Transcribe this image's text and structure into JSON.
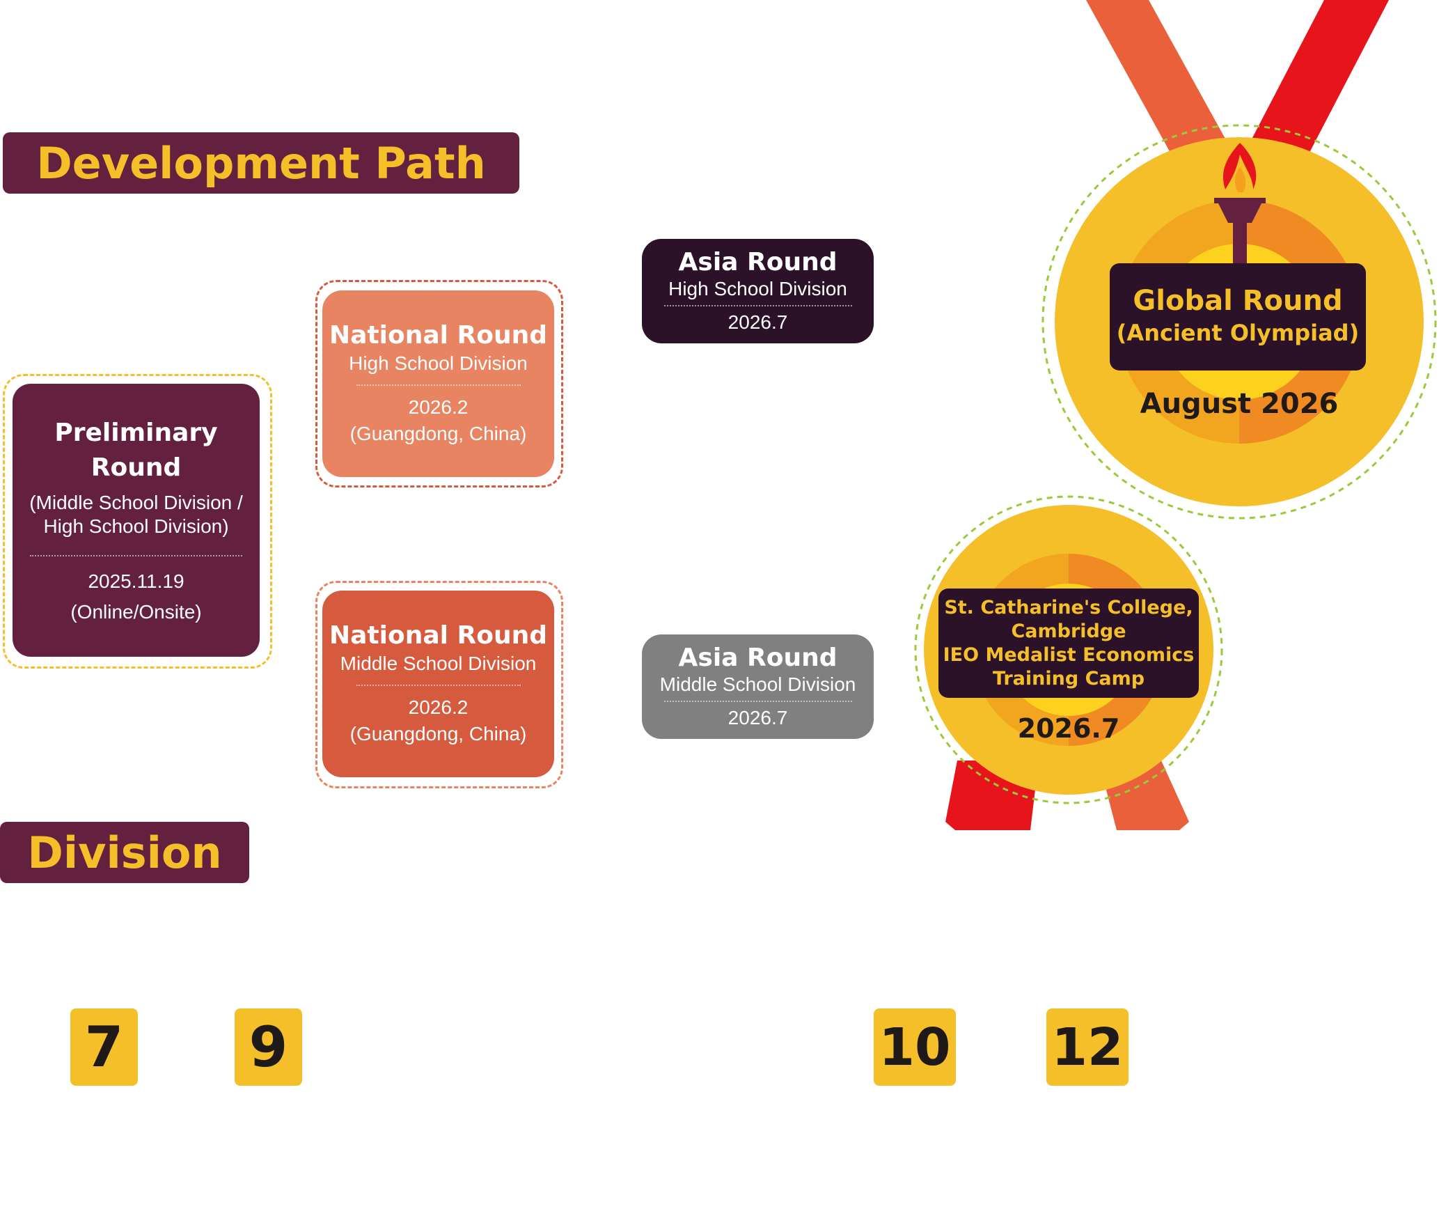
{
  "headings": {
    "development_path": "Development Path",
    "division": "Division"
  },
  "preliminary": {
    "title": "Preliminary Round",
    "division": "(Middle School Division / High School Division)",
    "date": "2025.11.19",
    "mode": "(Online/Onsite)"
  },
  "national_high": {
    "title": "National Round",
    "division": "High School Division",
    "date": "2026.2",
    "location": "(Guangdong, China)"
  },
  "national_middle": {
    "title": "National Round",
    "division": "Middle School Division",
    "date": "2026.2",
    "location": "(Guangdong, China)"
  },
  "asia_high": {
    "title": "Asia Round",
    "division": "High School Division",
    "date": "2026.7"
  },
  "asia_middle": {
    "title": "Asia Round",
    "division": "Middle School Division",
    "date": "2026.7"
  },
  "global_medal": {
    "title": "Global Round",
    "subtitle": "(Ancient Olympiad)",
    "date": "August 2026"
  },
  "camp_medal": {
    "line1": "St. Catharine's College,",
    "line2": "Cambridge",
    "line3": "IEO Medalist Economics",
    "line4": "Training Camp",
    "date": "2026.7"
  },
  "grades": [
    "7",
    "9",
    "10",
    "12"
  ],
  "colors": {
    "maroon": "#64203f",
    "gold": "#f5bf2a",
    "national_high": "#e88461",
    "national_middle": "#d65a3d",
    "asia_high": "#2c1229",
    "asia_middle": "#808080",
    "ribbon_red": "#e8141b",
    "ribbon_orange": "#ea603a"
  },
  "icons": [
    "torch-icon"
  ]
}
